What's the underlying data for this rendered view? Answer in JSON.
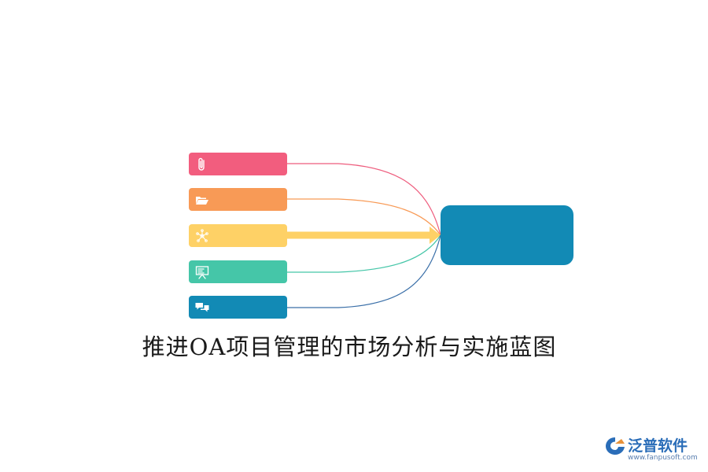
{
  "diagram": {
    "title": "推进OA项目管理的市场分析与实施蓝图",
    "hub": {
      "color": "#128ab5"
    },
    "nodes": [
      {
        "icon": "paperclip-icon",
        "color": "#f25d7e"
      },
      {
        "icon": "folder-icon",
        "color": "#f89a56"
      },
      {
        "icon": "network-icon",
        "color": "#fed166"
      },
      {
        "icon": "presentation-icon",
        "color": "#45c6a8"
      },
      {
        "icon": "chat-icon",
        "color": "#128ab5"
      }
    ],
    "connector_colors": [
      "#ee5c7d",
      "#f89a56",
      "#fed166",
      "#45c6a8",
      "#3a6fa8"
    ]
  },
  "brand": {
    "name": "泛普软件",
    "url": "www.fanpusoft.com",
    "color": "#2a6db8"
  }
}
